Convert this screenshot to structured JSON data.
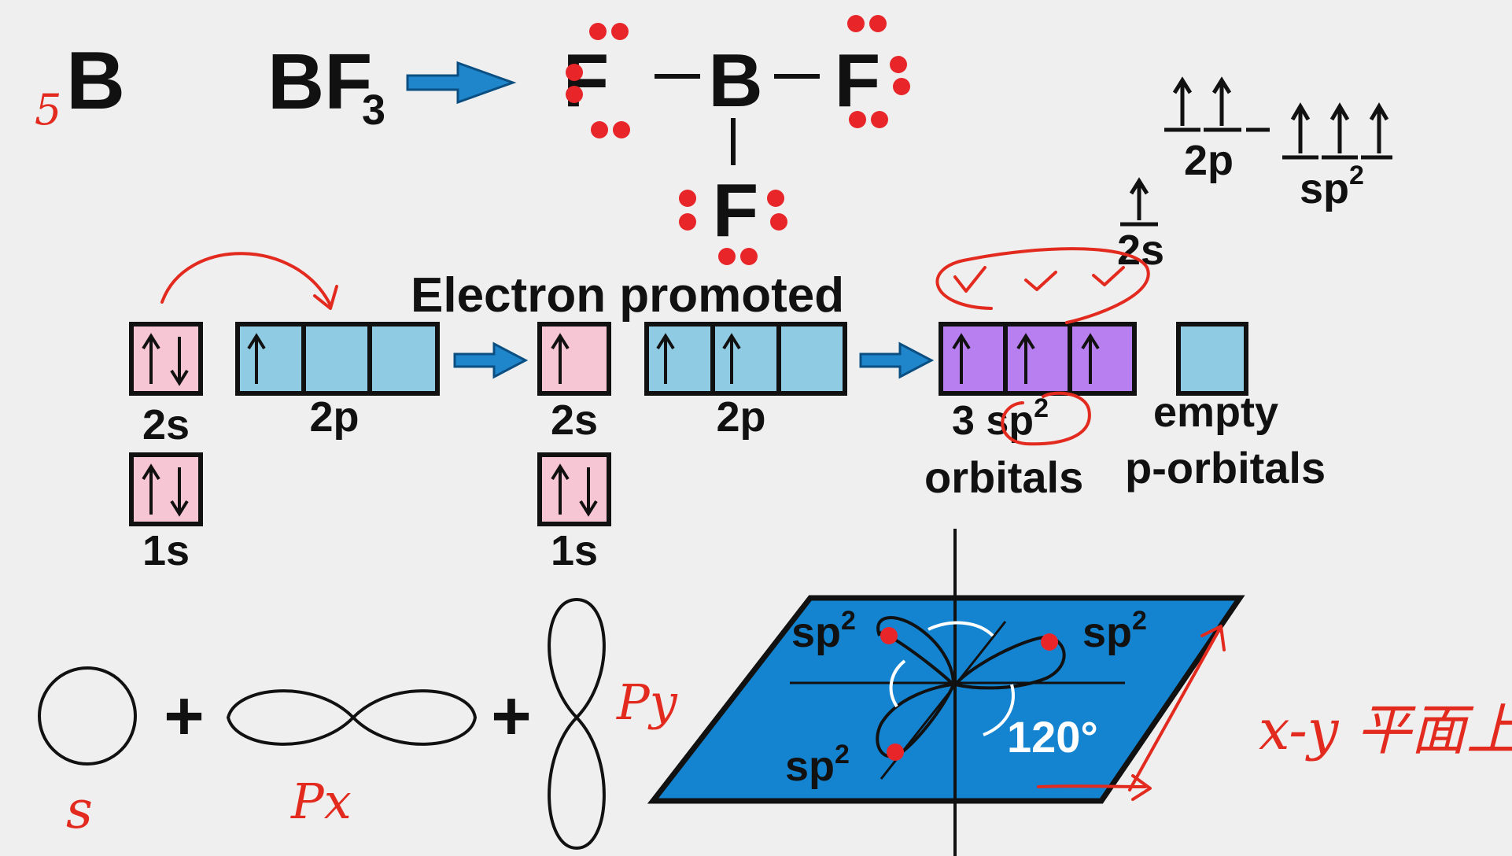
{
  "element": {
    "atomic_number": "5",
    "symbol": "B"
  },
  "molecule": {
    "formula_main": "BF",
    "formula_sub": "3"
  },
  "lewis": {
    "central": "B",
    "ligand": "F"
  },
  "energy_diagram": {
    "label_2p": "2p",
    "label_sp2": "sp",
    "label_sp2_sup": "2",
    "label_2s": "2s"
  },
  "promotion_title": "Electron promoted",
  "ground_state": {
    "label_2s": "2s",
    "label_2p": "2p",
    "label_1s": "1s"
  },
  "excited_state": {
    "label_2s": "2s",
    "label_2p": "2p",
    "label_1s": "1s"
  },
  "hybrid": {
    "line1_prefix": "3 sp",
    "line1_sup": "2",
    "line2": "orbitals"
  },
  "empty_orbitals": {
    "line1": "empty",
    "line2": "p-orbitals"
  },
  "combination": {
    "plus": "+",
    "s_label": "s",
    "px_label": "Px",
    "py_label": "Py"
  },
  "plane": {
    "lobe_label": "sp",
    "lobe_sup": "2",
    "angle": "120°"
  },
  "annotation_plane": "x-y 平面上",
  "colors": {
    "pink": "#f7c6d4",
    "blue": "#8fcbe3",
    "purple": "#b77ff0",
    "plane": "#1484d1",
    "arrow": "#1f86cc",
    "dots": "#e8262a",
    "handwriting": "#e32a1f"
  }
}
